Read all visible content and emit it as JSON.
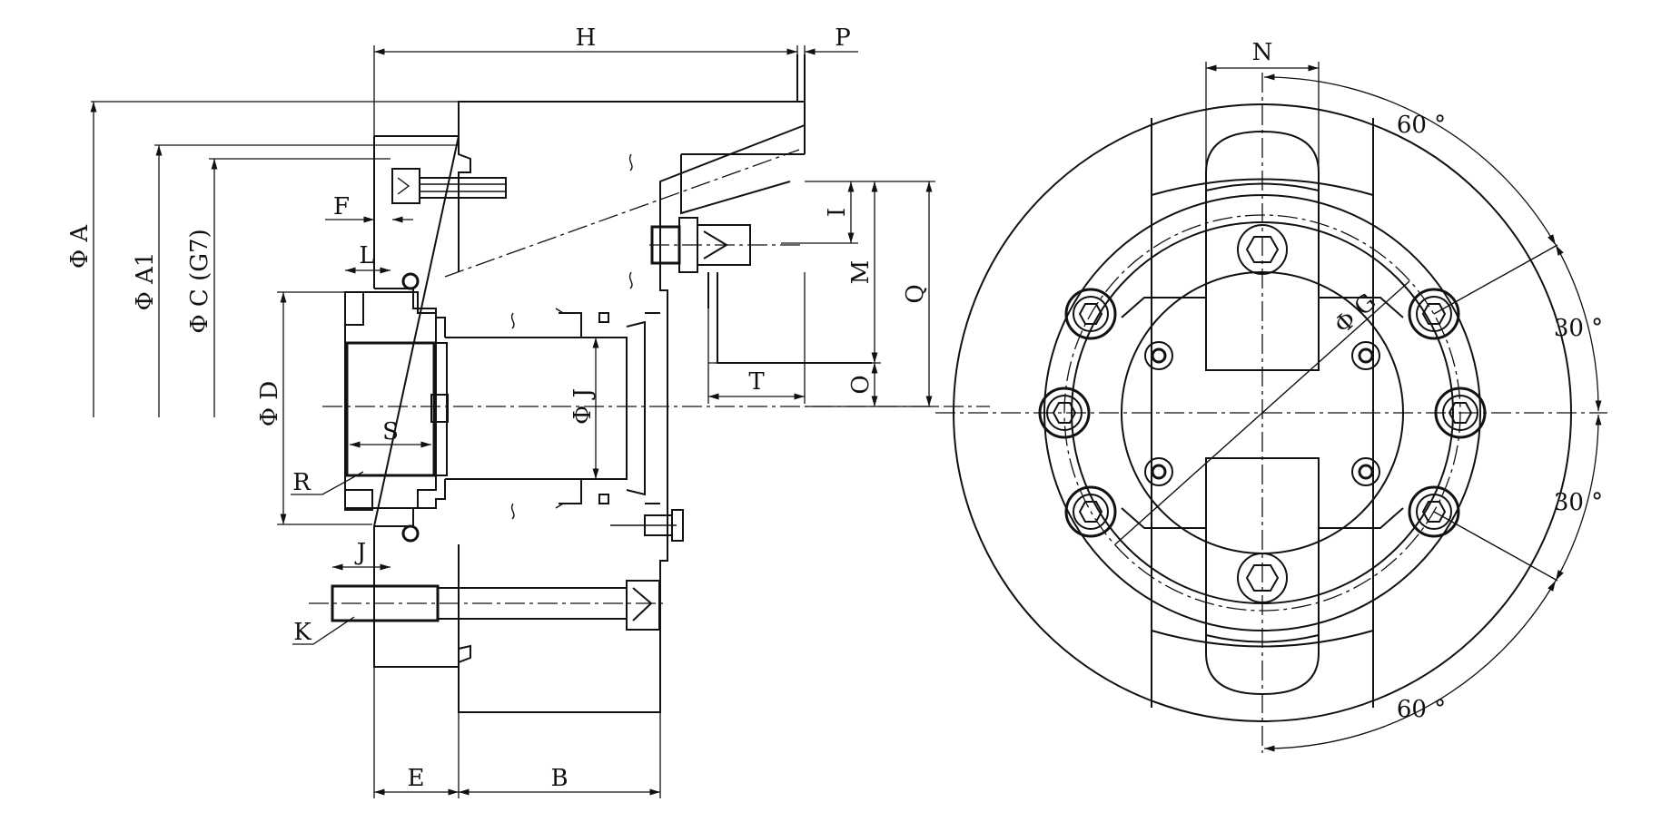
{
  "labels": {
    "H": "H",
    "P": "P",
    "phiA": "Φ A",
    "phiA1": "Φ A1",
    "phiC": "Φ C (G7)",
    "F": "F",
    "L": "L",
    "phiD": "Φ D",
    "S": "S",
    "phiJ": "Φ J",
    "R": "R",
    "J": "J",
    "K": "K",
    "E": "E",
    "B": "B",
    "I": "I",
    "M": "M",
    "Q": "Q",
    "T": "T",
    "O": "O",
    "N": "N",
    "phiG": "Φ G",
    "angle_top": "60 °",
    "angle_right_upper": "30 °",
    "angle_right_lower": "30 °",
    "angle_bottom": "60 °"
  }
}
